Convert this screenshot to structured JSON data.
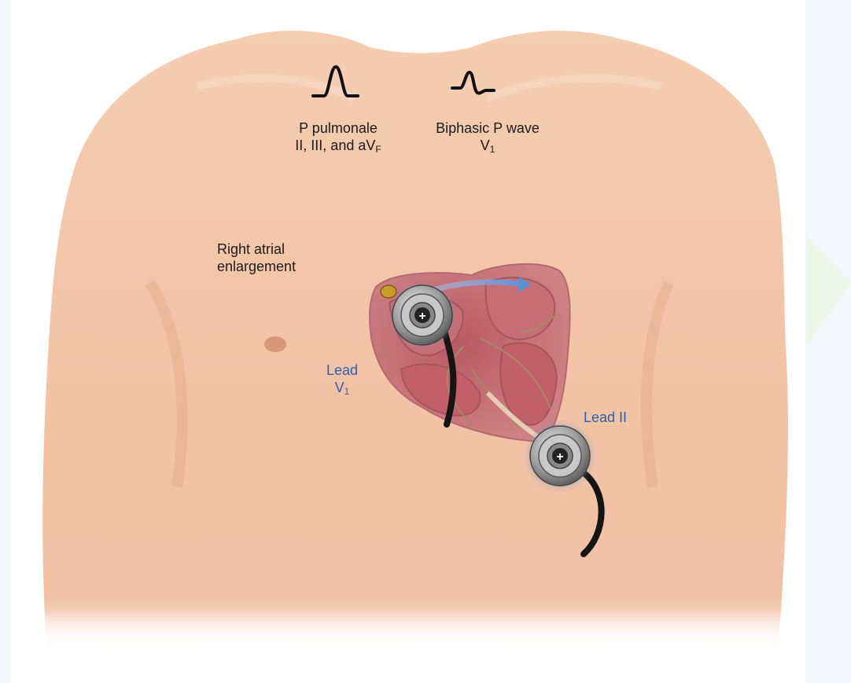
{
  "labels": {
    "p_pulmonale": {
      "title": "P pulmonale",
      "leads": "II, III, and aV",
      "leads_sub": "F"
    },
    "biphasic": {
      "title": "Biphasic P wave",
      "lead": "V",
      "lead_sub": "1"
    },
    "rae": {
      "line1": "Right atrial",
      "line2": "enlargement"
    },
    "lead_v1": {
      "line1": "Lead",
      "line2": "V",
      "line2_sub": "1"
    },
    "lead_ii": "Lead II",
    "electrode_symbol": "+"
  },
  "colors": {
    "skin": "#f2c3a6",
    "skin_shadow": "#e7ad8e",
    "heart": "#cf7f80",
    "heart_inner": "#c0646a",
    "lead_label": "#2f5fae",
    "wire": "#151515",
    "background": "#f3f6fa"
  }
}
